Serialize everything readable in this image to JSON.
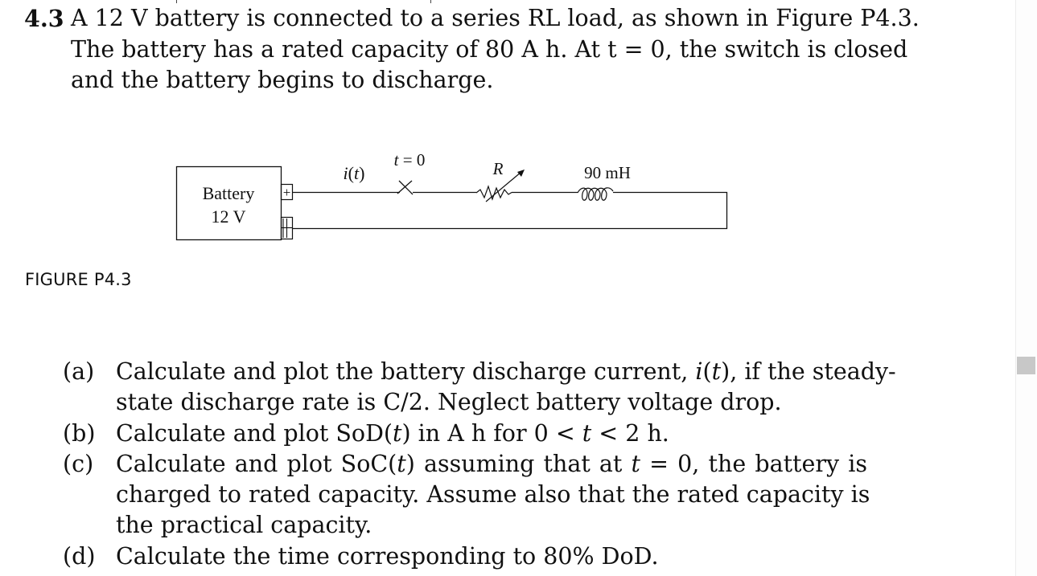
{
  "problem": {
    "number": "4.3",
    "lines": [
      "A 12 V battery is connected to a series RL load, as shown in Figure P4.3.",
      "The battery has a rated capacity of 80 A h. At t = 0, the switch is closed",
      "and the battery begins to discharge."
    ]
  },
  "figure": {
    "caption": "FIGURE P4.3",
    "battery_label": "Battery",
    "battery_voltage": "12 V",
    "plus_sign": "+",
    "minus_sign": "−",
    "current_label": "i(t)",
    "switch_label": "t = 0",
    "resistor_label": "R",
    "inductor_label": "90 mH"
  },
  "parts": [
    {
      "label": "(a)",
      "lines": [
        "Calculate and plot the battery discharge current, i(t), if the steady-",
        "state discharge rate is C/2. Neglect battery voltage drop."
      ]
    },
    {
      "label": "(b)",
      "lines": [
        "Calculate and plot SoD(t) in A h for 0 < t < 2 h."
      ]
    },
    {
      "label": "(c)",
      "lines": [
        "Calculate and plot SoC(t) assuming that at t = 0, the battery is",
        "charged to rated capacity. Assume also that the rated capacity is",
        "the practical capacity."
      ]
    },
    {
      "label": "(d)",
      "lines": [
        "Calculate the time corresponding to 80% DoD."
      ]
    }
  ],
  "colors": {
    "text": "#111111",
    "scroll_thumb": "#c8c8c8"
  }
}
